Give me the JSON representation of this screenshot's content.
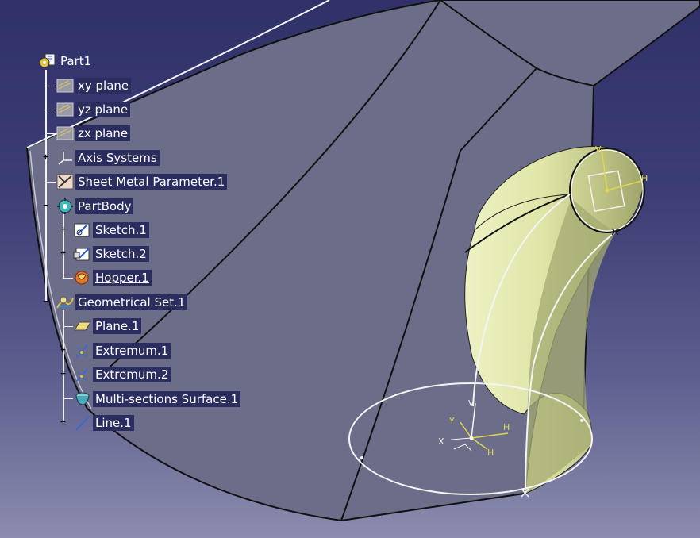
{
  "tree": {
    "root": {
      "label": "Part1",
      "icon": "part-icon"
    },
    "items": [
      {
        "label": "xy plane",
        "icon": "plane-icon"
      },
      {
        "label": "yz plane",
        "icon": "plane-icon"
      },
      {
        "label": "zx plane",
        "icon": "plane-icon"
      },
      {
        "label": "Axis Systems",
        "icon": "axis-system-icon"
      },
      {
        "label": "Sheet Metal Parameter.1",
        "icon": "sheet-metal-parameter-icon"
      },
      {
        "label": "PartBody",
        "icon": "partbody-gear-icon"
      },
      {
        "label": "Sketch.1",
        "icon": "sketch-icon"
      },
      {
        "label": "Sketch.2",
        "icon": "sketch-icon"
      },
      {
        "label": "Hopper.1",
        "icon": "hopper-icon"
      },
      {
        "label": "Geometrical Set.1",
        "icon": "geometrical-set-icon"
      },
      {
        "label": "Plane.1",
        "icon": "plane-feature-icon"
      },
      {
        "label": "Extremum.1",
        "icon": "extremum-icon"
      },
      {
        "label": "Extremum.2",
        "icon": "extremum-icon"
      },
      {
        "label": "Multi-sections Surface.1",
        "icon": "multi-sections-surface-icon"
      },
      {
        "label": "Line.1",
        "icon": "line-icon"
      }
    ]
  },
  "viewport": {
    "axis_labels": {
      "h": "H",
      "v": "V",
      "x": "X",
      "y": "Y"
    }
  },
  "colors": {
    "background_top": "#2f3168",
    "background_bottom": "#8b8cae",
    "sheet_metal": "#6c6d88",
    "surface": "#dbe0a2",
    "label_background": "#2a2d5e",
    "highlight": "#e0d84a"
  }
}
